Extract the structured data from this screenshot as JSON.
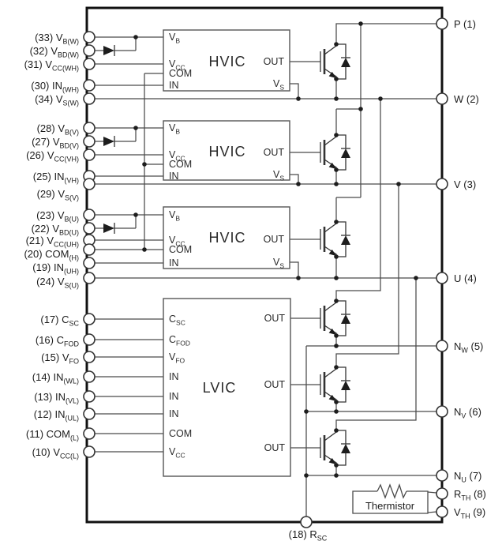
{
  "diagram": {
    "type": "power-module-block-diagram",
    "colors": {
      "line": "#4a4a4a",
      "frame": "#111111",
      "text": "#1c1c1c",
      "background": "#ffffff"
    },
    "left_pins": [
      {
        "pre": "(33) V",
        "sub": "B(W)"
      },
      {
        "pre": "(32) V",
        "sub": "BD(W)"
      },
      {
        "pre": "(31) V",
        "sub": "CC(WH)"
      },
      {
        "pre": "(30) IN",
        "sub": "(WH)"
      },
      {
        "pre": "(34) V",
        "sub": "S(W)"
      },
      {
        "pre": "(28) V",
        "sub": "B(V)"
      },
      {
        "pre": "(27) V",
        "sub": "BD(V)"
      },
      {
        "pre": "(26) V",
        "sub": "CC(VH)"
      },
      {
        "pre": "(25) IN",
        "sub": "(VH)"
      },
      {
        "pre": "(29) V",
        "sub": "S(V)"
      },
      {
        "pre": "(23) V",
        "sub": "B(U)"
      },
      {
        "pre": "(22) V",
        "sub": "BD(U)"
      },
      {
        "pre": "(21) V",
        "sub": "CC(UH)"
      },
      {
        "pre": "(20) COM",
        "sub": "(H)"
      },
      {
        "pre": "(19) IN",
        "sub": "(UH)"
      },
      {
        "pre": "(24) V",
        "sub": "S(U)"
      },
      {
        "pre": "(17) C",
        "sub": "SC"
      },
      {
        "pre": "(16) C",
        "sub": "FOD"
      },
      {
        "pre": "(15) V",
        "sub": "FO"
      },
      {
        "pre": "(14) IN",
        "sub": "(WL)"
      },
      {
        "pre": "(13) IN",
        "sub": "(VL)"
      },
      {
        "pre": "(12) IN",
        "sub": "(UL)"
      },
      {
        "pre": "(11) COM",
        "sub": "(L)"
      },
      {
        "pre": "(10) V",
        "sub": "CC(L)"
      }
    ],
    "right_pins": [
      {
        "pre": "P (1)"
      },
      {
        "pre": "W (2)"
      },
      {
        "pre": "V (3)"
      },
      {
        "pre": "U (4)"
      },
      {
        "pre": "N",
        "sub": "W",
        "post": " (5)"
      },
      {
        "pre": "N",
        "sub": "V",
        "post": " (6)"
      },
      {
        "pre": "N",
        "sub": "U",
        "post": " (7)"
      },
      {
        "pre": "R",
        "sub": "TH",
        "post": " (8)"
      },
      {
        "pre": "V",
        "sub": "TH",
        "post": " (9)"
      }
    ],
    "bottom_pin": {
      "pre": "(18) R",
      "sub": "SC"
    },
    "hvic": {
      "title": "HVIC",
      "vb_pre": "V",
      "vb_sub": "B",
      "vcc_pre": "V",
      "vcc_sub": "CC",
      "com": "COM",
      "in": "IN",
      "out": "OUT",
      "vs_pre": "V",
      "vs_sub": "S"
    },
    "lvic": {
      "title": "LVIC",
      "csc_pre": "C",
      "csc_sub": "SC",
      "cfod_pre": "C",
      "cfod_sub": "FOD",
      "vfo_pre": "V",
      "vfo_sub": "FO",
      "in1": "IN",
      "in2": "IN",
      "in3": "IN",
      "com": "COM",
      "vcc_pre": "V",
      "vcc_sub": "CC",
      "out": "OUT"
    },
    "thermistor_label": "Thermistor"
  }
}
